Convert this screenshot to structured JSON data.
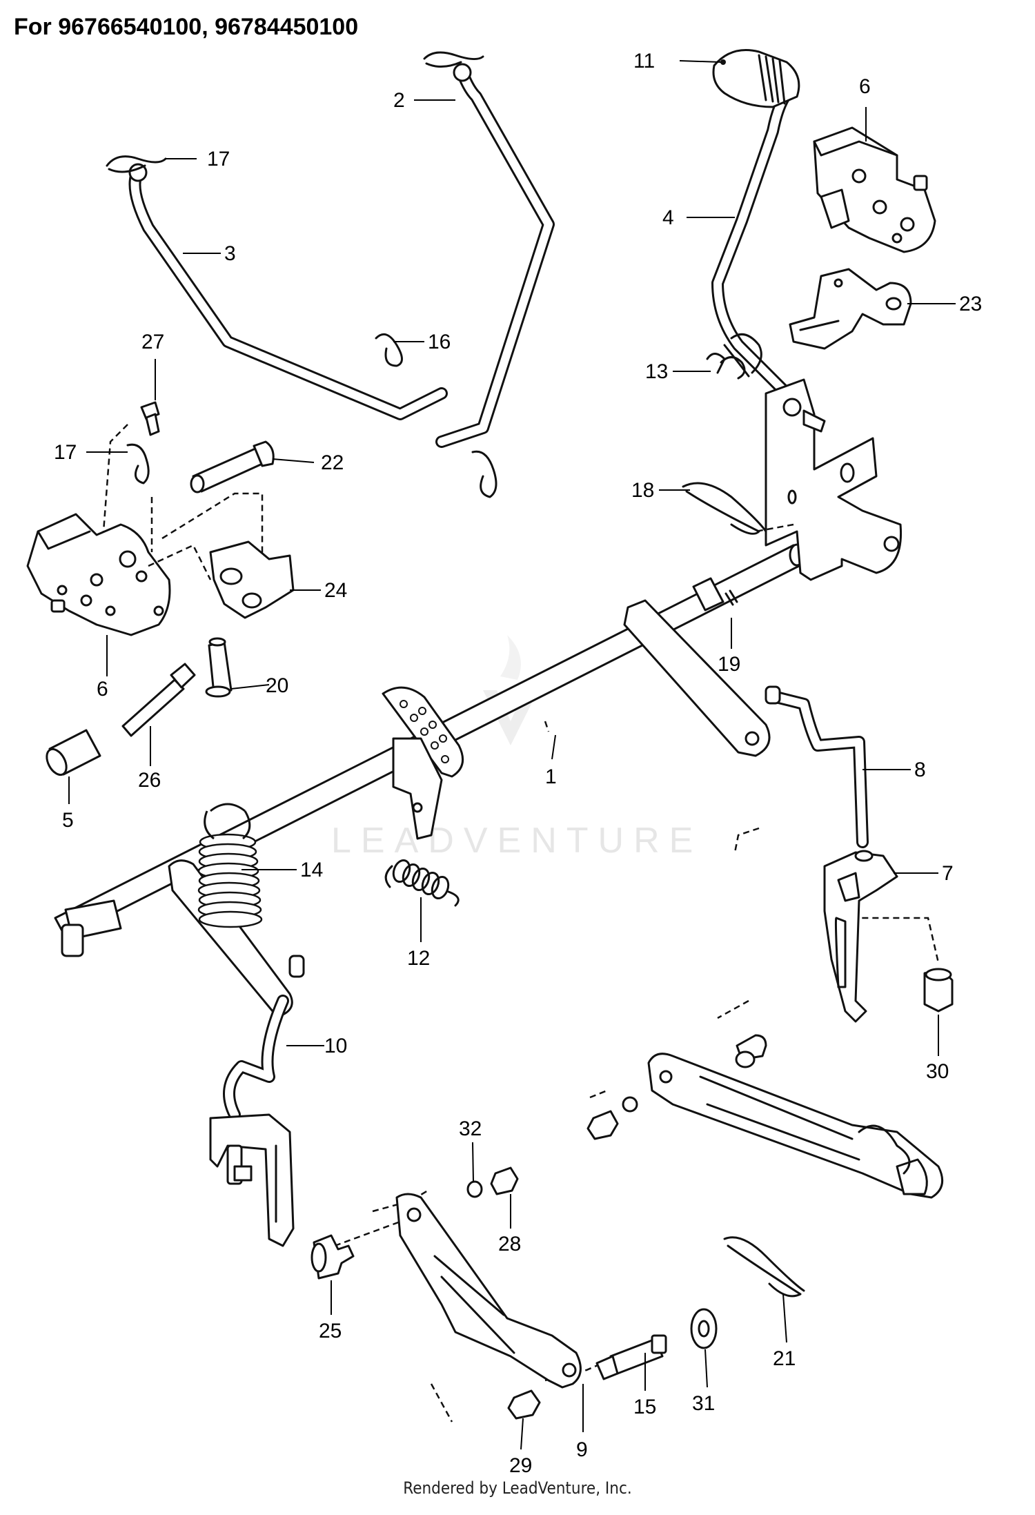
{
  "diagram": {
    "title": "For 96766540100, 96784450100",
    "footer": "Rendered by LeadVenture, Inc.",
    "watermark": "LEADVENTURE",
    "callouts": [
      "1",
      "2",
      "3",
      "4",
      "5",
      "6",
      "6",
      "7",
      "8",
      "9",
      "10",
      "11",
      "12",
      "13",
      "14",
      "15",
      "16",
      "17",
      "17",
      "18",
      "19",
      "20",
      "21",
      "22",
      "23",
      "24",
      "25",
      "26",
      "27",
      "28",
      "29",
      "30",
      "31",
      "32"
    ]
  }
}
